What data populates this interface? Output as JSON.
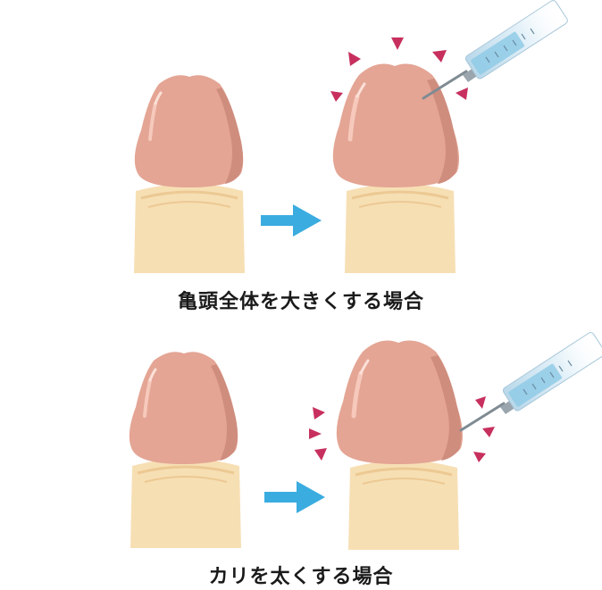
{
  "captions": {
    "top": "亀頭全体を大きくする場合",
    "bottom": "カリを太くする場合"
  },
  "colors": {
    "shaft": "#f7dfb4",
    "shaft_ridge": "#ecc993",
    "glans": "#e4a594",
    "glans_shade": "#cf8d7e",
    "glans_highlight": "#f6c9bc",
    "arrow": "#3aace0",
    "emphasis_marks": "#c7305e",
    "syringe_barrel": "#cfe6f3",
    "syringe_liquid": "#8cc9e6",
    "needle": "#7f8b93"
  },
  "icons": [
    "glans-before-illustration",
    "glans-after-illustration",
    "arrow-right-icon",
    "syringe-icon",
    "emphasis-marks"
  ]
}
